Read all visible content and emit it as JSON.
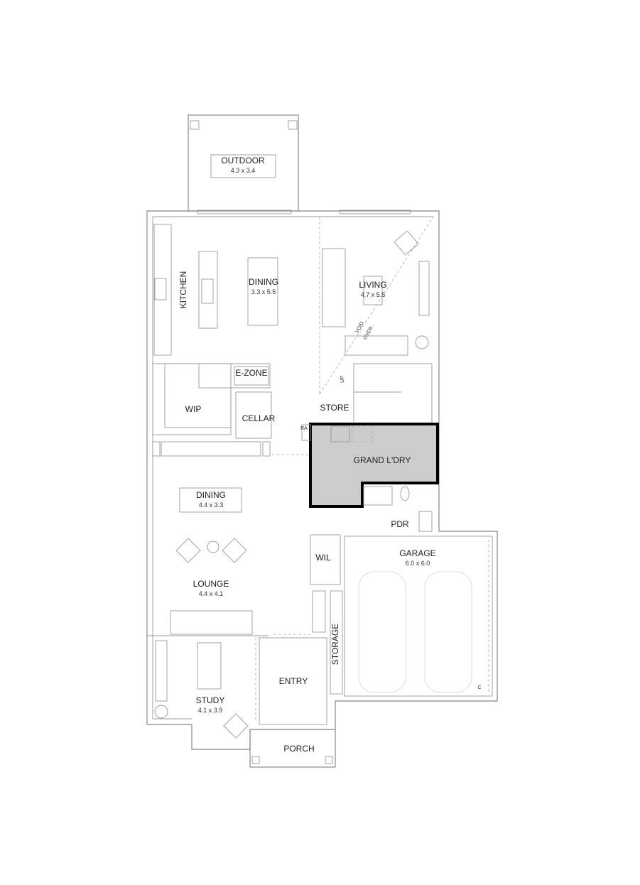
{
  "plan": {
    "rooms": [
      {
        "name": "OUTDOOR",
        "dims": "4.3 x 3.4"
      },
      {
        "name": "KITCHEN",
        "dims": ""
      },
      {
        "name": "DINING",
        "dims": "3.3 x 5.5"
      },
      {
        "name": "LIVING",
        "dims": "4.7 x 5.5"
      },
      {
        "name": "E-ZONE",
        "dims": ""
      },
      {
        "name": "WIP",
        "dims": ""
      },
      {
        "name": "CELLAR",
        "dims": ""
      },
      {
        "name": "STORE",
        "dims": ""
      },
      {
        "name": "GRAND L'DRY",
        "dims": ""
      },
      {
        "name": "DINING",
        "dims": "4.4 x 3.3"
      },
      {
        "name": "PDR",
        "dims": ""
      },
      {
        "name": "GARAGE",
        "dims": "6.0 x 6.0"
      },
      {
        "name": "WIL",
        "dims": ""
      },
      {
        "name": "LOUNGE",
        "dims": "4.4 x 4.1"
      },
      {
        "name": "STORAGE",
        "dims": ""
      },
      {
        "name": "ENTRY",
        "dims": ""
      },
      {
        "name": "STUDY",
        "dims": "4.1 x 3.9"
      },
      {
        "name": "PORCH",
        "dims": ""
      }
    ],
    "annotations": {
      "void": "VOID",
      "over": "OVER",
      "ra": "RA",
      "up": "UP",
      "c": "C"
    },
    "colors": {
      "laundry_fill": "#cccccc",
      "walls": "#888888",
      "laundry_walls": "#000000"
    }
  }
}
